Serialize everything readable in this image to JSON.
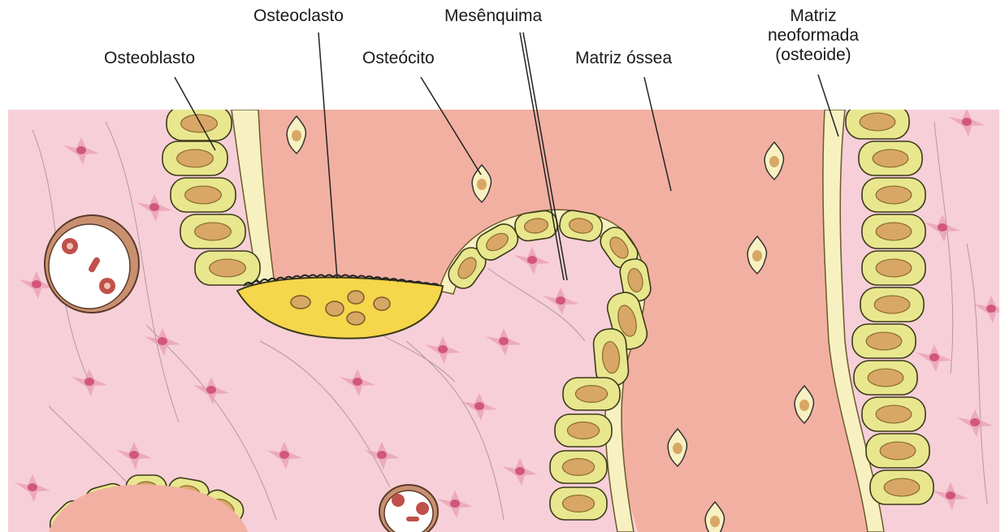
{
  "labels": {
    "osteoblasto": "Osteoblasto",
    "osteoclasto": "Osteoclasto",
    "osteocito": "Osteócito",
    "mesenquima": "Mesênquima",
    "matriz_ossea": "Matriz óssea",
    "matriz_neoformada_line1": "Matriz",
    "matriz_neoformada_line2": "neoformada",
    "matriz_neoformada_line3": "(osteoide)"
  },
  "colors": {
    "mesenchyme": "#f7cfd8",
    "bone_matrix": "#f2b0a2",
    "osteoid": "#f7f1c2",
    "osteoblast": "#e8e78e",
    "osteoblast_nucleus": "#d8a765",
    "osteoclast": "#f6d64a",
    "mesenchymal_cell": "#d1577c",
    "outline": "#3a3a1a"
  }
}
